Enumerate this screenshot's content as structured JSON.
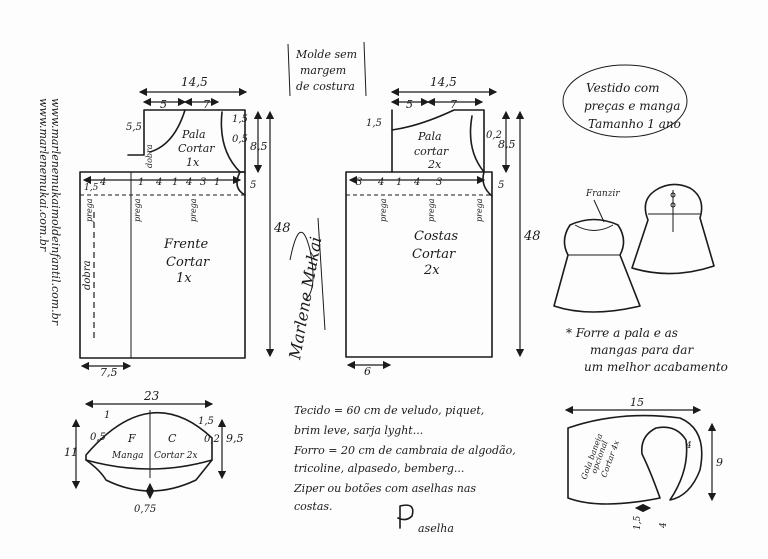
{
  "site_vertical": {
    "line1": "www.marlenemukaimoldeinfantil.com.br",
    "line2": "www.marlenemukai.com.br"
  },
  "note_box": {
    "line1": "Molde sem",
    "line2": "margem",
    "line3": "de costura"
  },
  "title_box": {
    "line1": "Vestido com",
    "line2": "preças e manga",
    "line3": "Tamanho 1 ano"
  },
  "front": {
    "width_top": "14,5",
    "seg1": "5",
    "seg2": "7",
    "left_h": "5,5",
    "right_h1": "1,5",
    "right_h2": "0,5",
    "right_side": "8,5",
    "side_small": "5",
    "total": "48",
    "yoke_label": "Pala",
    "yoke_cut": "Cortar",
    "yoke_qty": "1x",
    "mid_a": "4",
    "mid_b": "1",
    "mid_c": "4",
    "mid_d": "1",
    "mid_e": "4",
    "mid_f": "3",
    "mid_g": "1",
    "left_top": "1,5",
    "body_label": "Frente",
    "body_cut": "Cortar",
    "body_qty": "1x",
    "fold": "dobra",
    "fold_small": "dobra",
    "prega_labels": [
      "prega",
      "prega",
      "prega"
    ],
    "bottom": "7,5"
  },
  "back": {
    "width_top": "14,5",
    "seg1": "5",
    "seg2": "7",
    "left_h": "1,5",
    "right_h": "0,2",
    "right_side": "8,5",
    "side_small": "5",
    "total": "48",
    "yoke_label": "Pala",
    "yoke_cut": "cortar",
    "yoke_qty": "2x",
    "mid_a": "3",
    "mid_b": "4",
    "mid_c": "1",
    "mid_d": "4",
    "mid_e": "3",
    "body_label": "Costas",
    "body_cut": "Cortar",
    "body_qty": "2x",
    "prega_labels": [
      "prega",
      "prega",
      "prega"
    ],
    "bottom": "6"
  },
  "signature": "Marlene Mukai",
  "sleeve": {
    "width": "23",
    "left_top": "1",
    "right_top": "1,5",
    "left_h": "0,5",
    "right_h": "0,2",
    "left_side": "11",
    "right_side": "9,5",
    "label_f": "F",
    "label_c": "C",
    "label": "Manga",
    "cut": "Cortar 2x",
    "bottom": "0,75"
  },
  "fabric_notes": {
    "l1": "Tecido = 60 cm de veludo, piquet,",
    "l2": "brim leve, sarja lyght...",
    "l3": "Forro = 20 cm de cambraia de algodão,",
    "l4": "tricoline, alpasedo, bemberg...",
    "l5": "Ziper ou botões com aselhas nas",
    "l6": "costas."
  },
  "aselha_label": "aselha",
  "illustration": {
    "franzir": "Franzir"
  },
  "lining_note": {
    "l1": "* Forre a pala e as",
    "l2": "mangas para dar",
    "l3": "um melhor acabamento"
  },
  "collar": {
    "width": "15",
    "height": "9",
    "label1": "Gola baneia",
    "label2": "opcional",
    "label3": "Cortar 4x",
    "dim_a": "4",
    "dim_b": "1,5",
    "dim_c": "4"
  }
}
